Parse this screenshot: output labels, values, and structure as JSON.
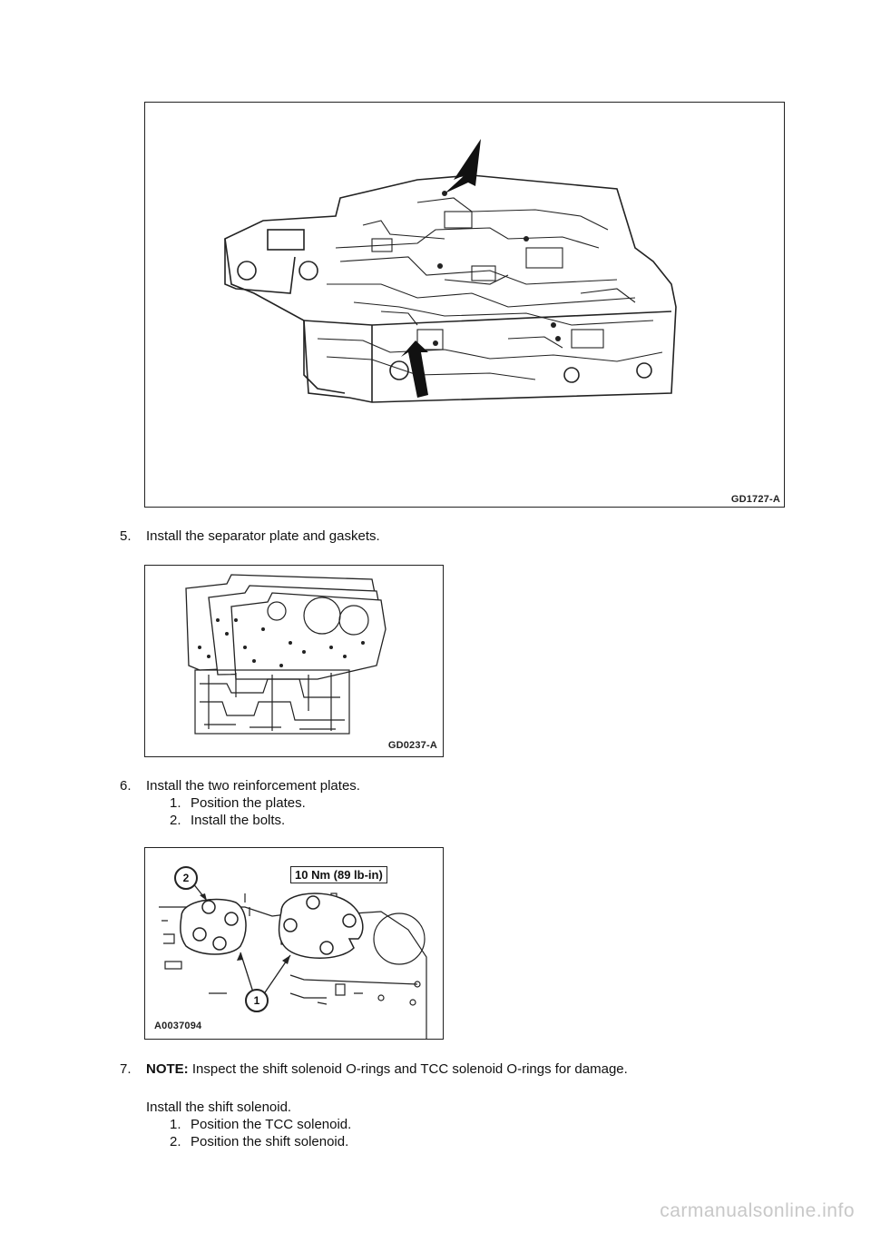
{
  "figures": {
    "fig1": {
      "code": "GD1727-A"
    },
    "fig2": {
      "code": "GD0237-A"
    },
    "fig3": {
      "code": "A0037094",
      "torque": "10 Nm (89 lb-in)",
      "callout_1": "1",
      "callout_2": "2"
    }
  },
  "steps": {
    "s5": {
      "num": "5.",
      "text": "Install the separator plate and gaskets."
    },
    "s6": {
      "num": "6.",
      "text": "Install the two reinforcement plates.",
      "sub": [
        {
          "num": "1.",
          "text": "Position the plates."
        },
        {
          "num": "2.",
          "text": "Install the bolts."
        }
      ]
    },
    "s7": {
      "num": "7.",
      "note_label": "NOTE:",
      "note_text": " Inspect the shift solenoid O-rings and TCC solenoid O-rings for damage.",
      "text": "Install the shift solenoid.",
      "sub": [
        {
          "num": "1.",
          "text": "Position the TCC solenoid."
        },
        {
          "num": "2.",
          "text": "Position the shift solenoid."
        }
      ]
    }
  },
  "footer": {
    "watermark": "carmanualsonline.info"
  }
}
